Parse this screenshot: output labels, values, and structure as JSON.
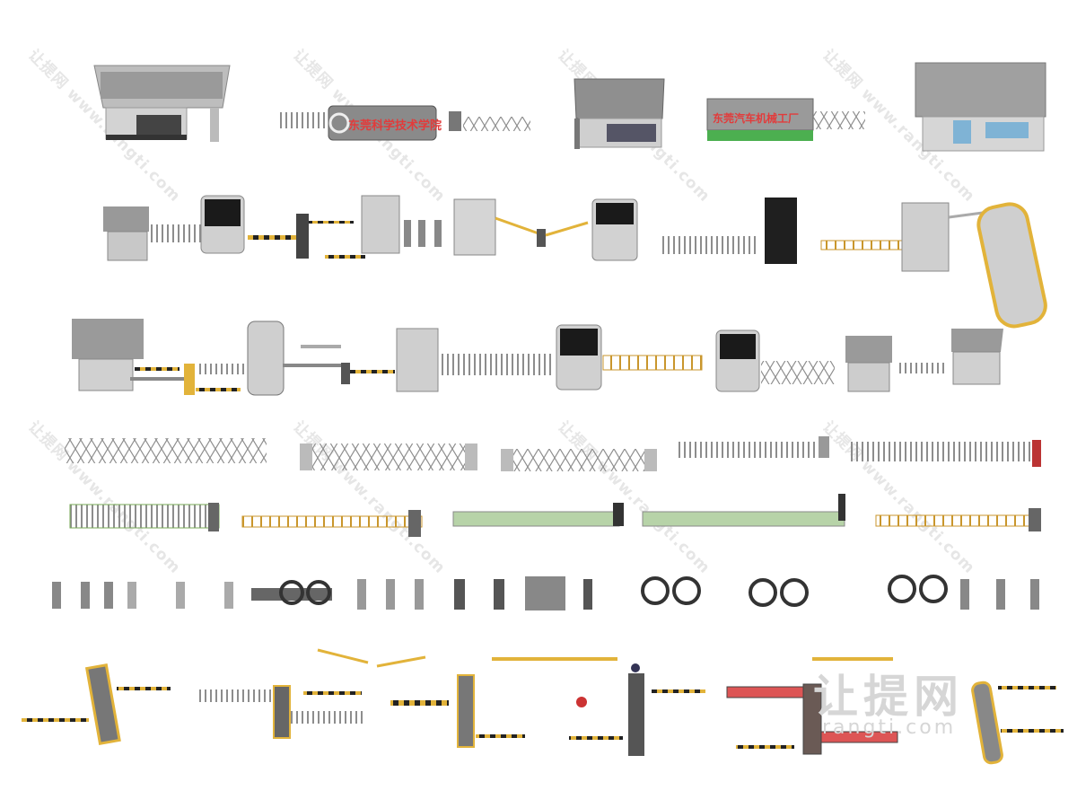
{
  "watermark": {
    "site_cn": "让提网",
    "site_url": "www.rangti.com",
    "corner_logo_cn": "让提网",
    "corner_logo_url": "rangti.com"
  },
  "signs": {
    "school_gate": "东莞科学技术学院",
    "factory_gate": "东莞汽车机械工厂"
  },
  "colors": {
    "background": "#ffffff",
    "booth_roof": "#9a9a9a",
    "booth_wall": "#c8c8c8",
    "glass_dark": "#1a1a1a",
    "glass_blue": "#7fb3d5",
    "barrier_yellow": "#e2b33a",
    "barrier_black": "#222222",
    "fence_gray": "#8d8d8d",
    "sign_red": "#e23b3b",
    "grass_green": "#4caf50"
  }
}
